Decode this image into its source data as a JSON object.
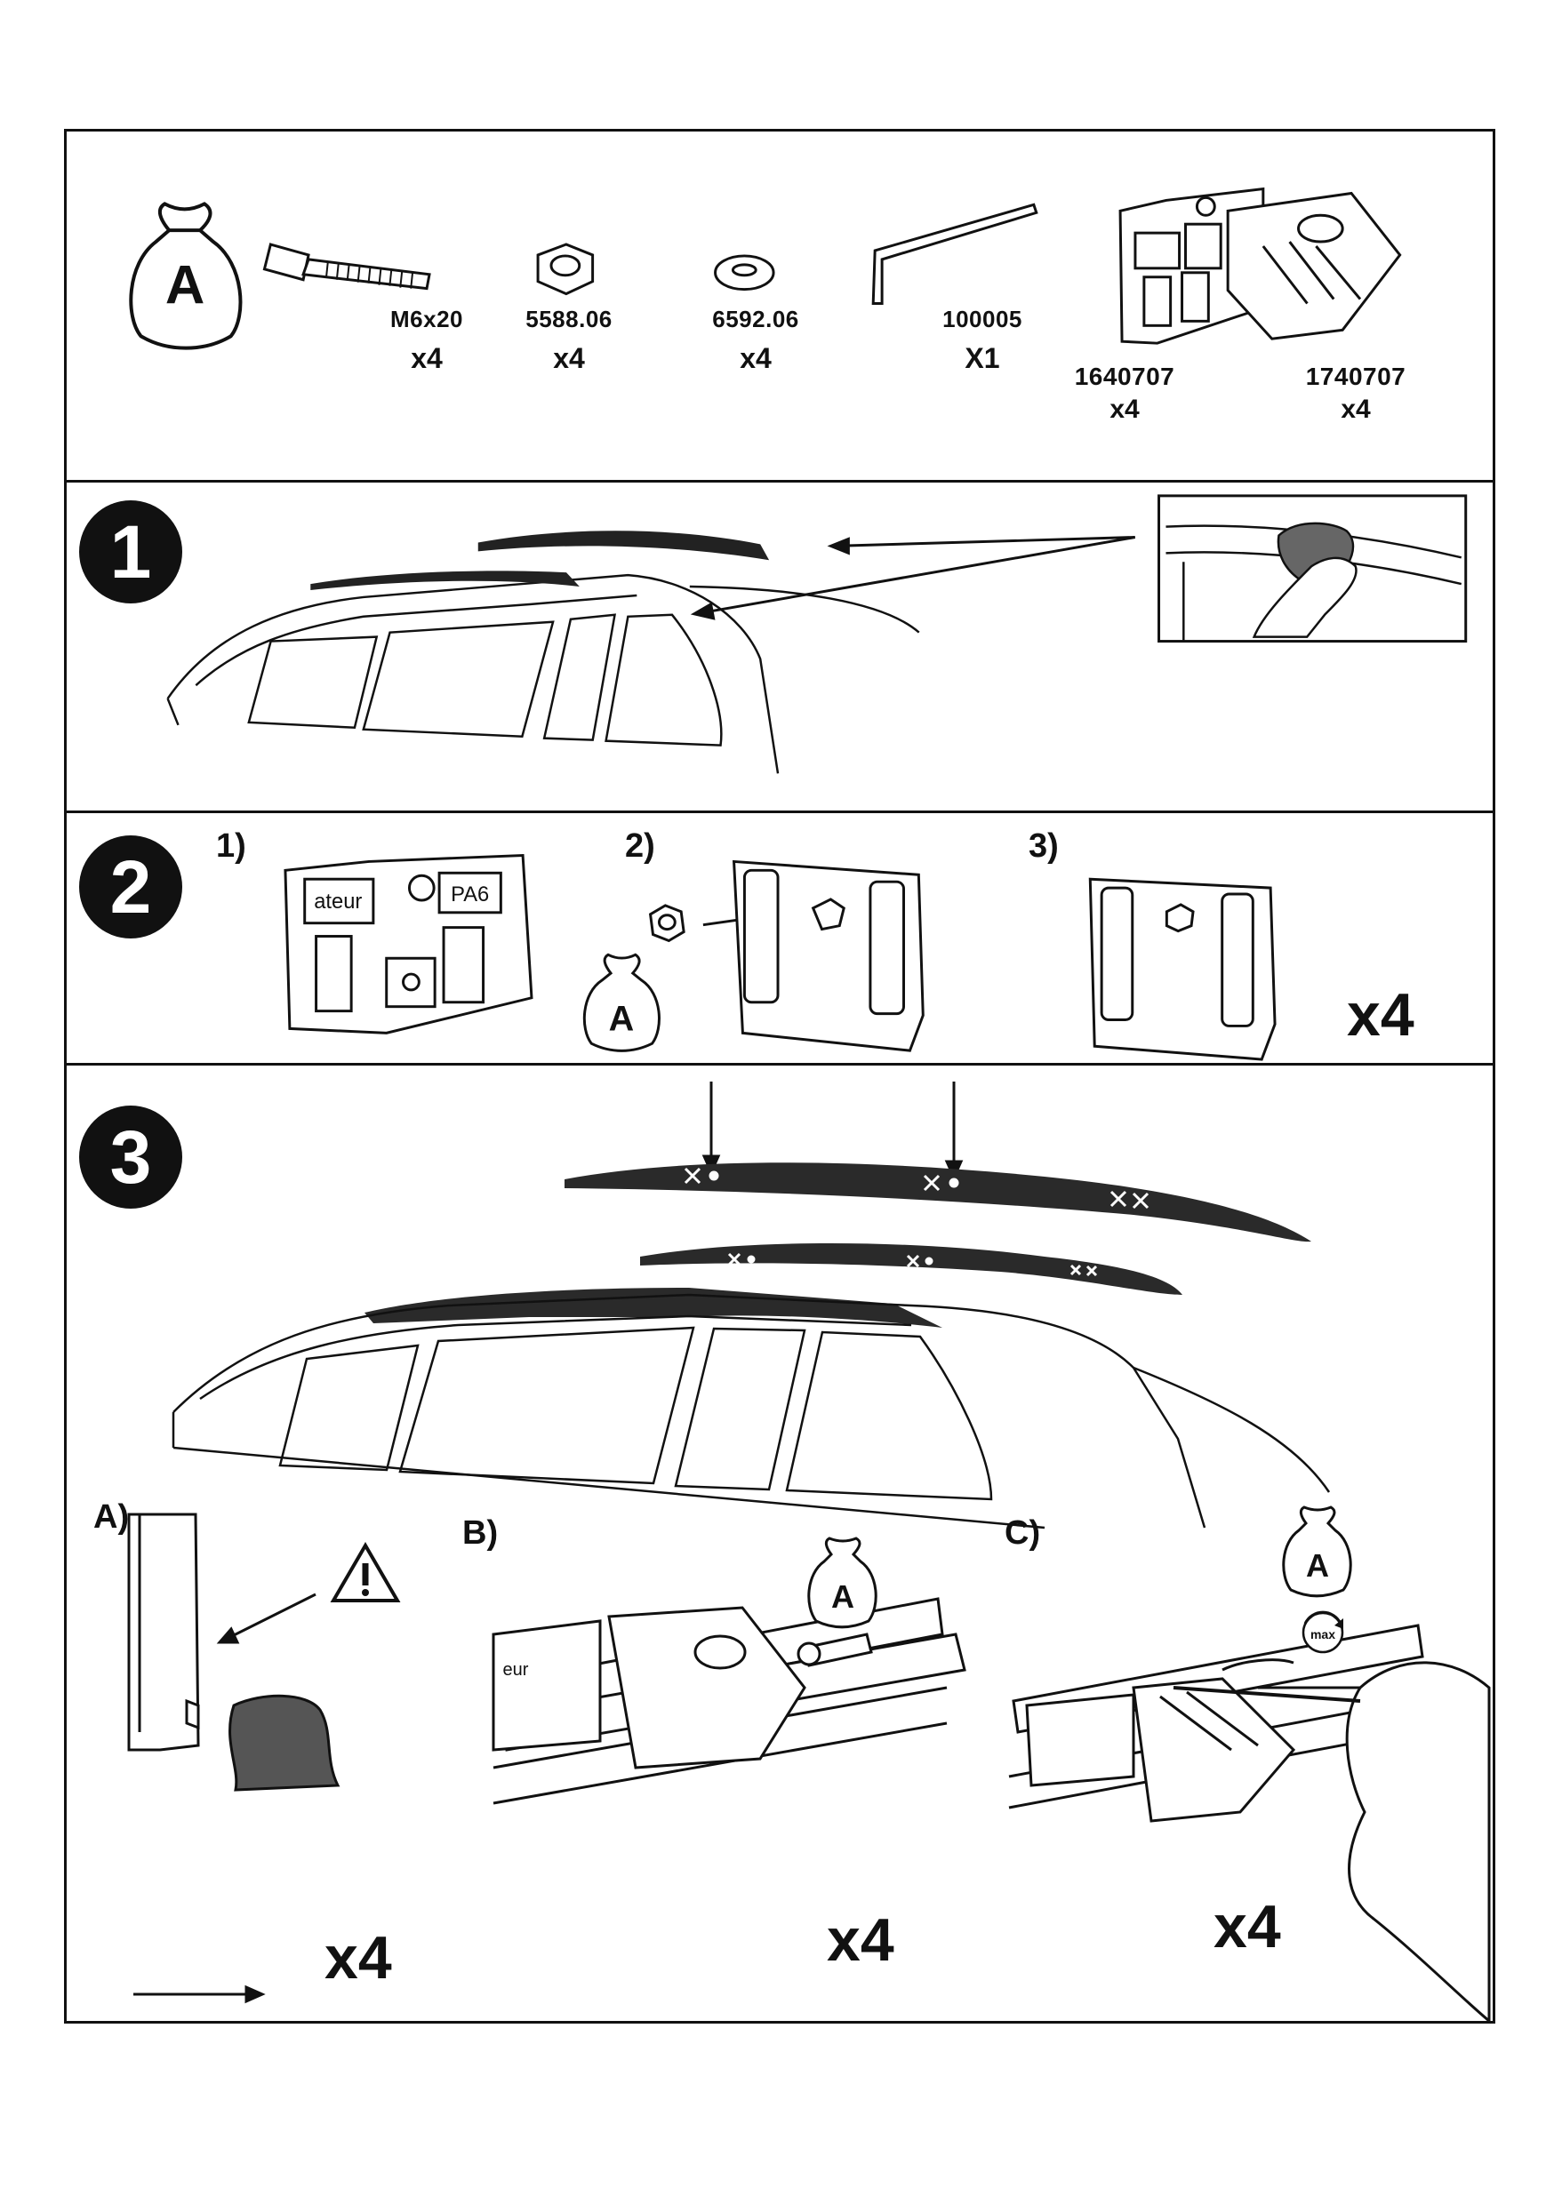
{
  "parts": {
    "bag_letter": "A",
    "items": [
      {
        "name": "bolt",
        "code": "M6x20",
        "qty": "x4"
      },
      {
        "name": "nut",
        "code": "5588.06",
        "qty": "x4"
      },
      {
        "name": "washer",
        "code": "6592.06",
        "qty": "x4"
      },
      {
        "name": "allen-key",
        "code": "100005",
        "qty": "X1"
      },
      {
        "name": "foot-base",
        "code": "1640707",
        "qty": "x4"
      },
      {
        "name": "foot-clamp",
        "code": "1740707",
        "qty": "x4"
      }
    ]
  },
  "step1": {
    "number": "1"
  },
  "step2": {
    "number": "2",
    "sub1": "1)",
    "sub2": "2)",
    "sub3": "3)",
    "bag_letter": "A",
    "part_text_1": "ateur",
    "part_text_2": "PA6",
    "multiplier": "x4"
  },
  "step3": {
    "number": "3",
    "subA": "A)",
    "subB": "B)",
    "subC": "C)",
    "bag_letter": "A",
    "max_label": "max",
    "part_text_1": "eur",
    "multA": "x4",
    "multB": "x4",
    "multC": "x4"
  },
  "icons": [
    "bag-icon",
    "warning-icon",
    "rotation-max-icon",
    "hand-icon",
    "arrow-icon"
  ]
}
